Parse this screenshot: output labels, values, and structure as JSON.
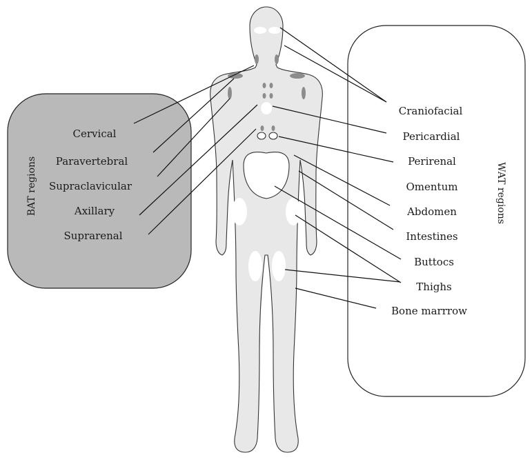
{
  "bat_panel": {
    "title": "BAT regions",
    "labels": [
      "Cervical",
      "Paravertebral",
      "Supraclavicular",
      "Axillary",
      "Suprarenal"
    ],
    "color": "#b9b9b9"
  },
  "wat_panel": {
    "title": "WAT regions",
    "labels": [
      "Craniofacial",
      "Pericardial",
      "Perirenal",
      "Omentum",
      "Abdomen",
      "Intestines",
      "Buttocs",
      "Thighs",
      "Bone marrrow"
    ],
    "color": "#ffffff"
  },
  "body": {
    "fill_color": "#e8e8e8",
    "bat_depot_color": "#8c8c8c",
    "wat_depot_color": "#ffffff"
  }
}
